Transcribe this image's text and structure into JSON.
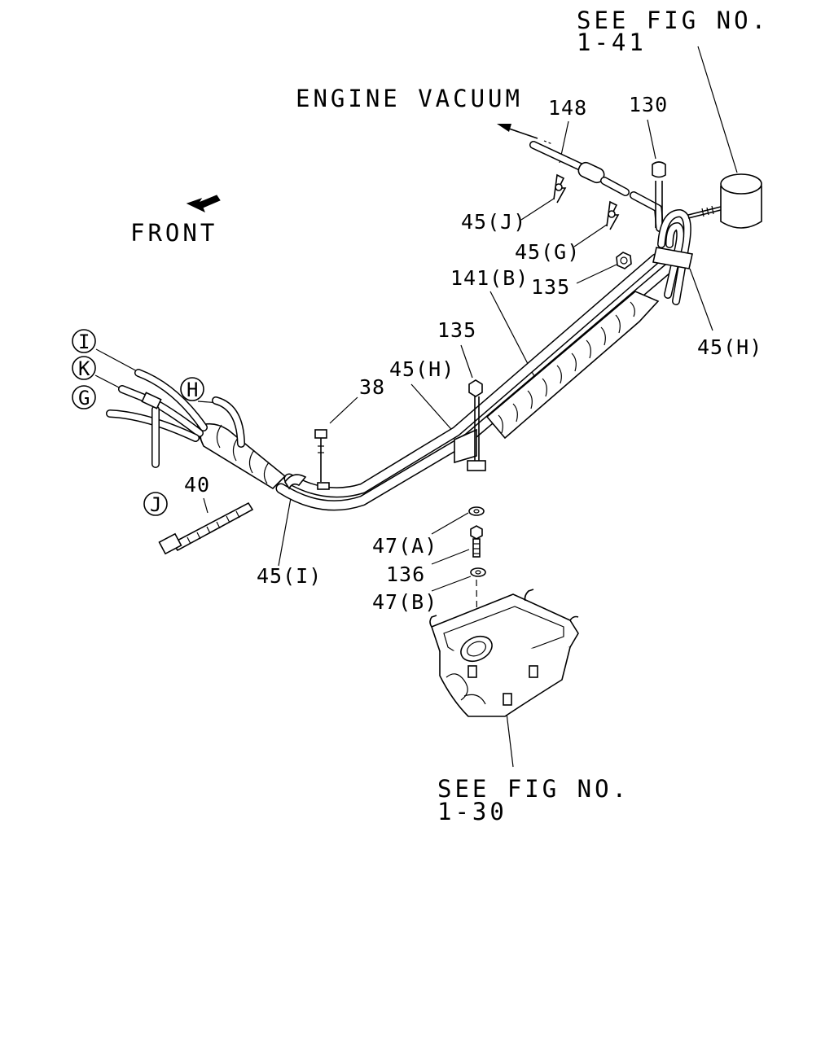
{
  "diagram": {
    "front_label": "FRONT",
    "engine_vacuum_label": "ENGINE VACUUM",
    "see_fig_top": {
      "line1": "SEE FIG NO.",
      "line2": "1-41"
    },
    "see_fig_bottom": {
      "line1": "SEE FIG NO.",
      "line2": "1-30"
    },
    "callouts": {
      "p148": "148",
      "p130": "130",
      "p45j": "45(J)",
      "p45g": "45(G)",
      "p141b": "141(B)",
      "p135_top": "135",
      "p45h_right": "45(H)",
      "p135_mid": "135",
      "p45h_mid": "45(H)",
      "p38": "38",
      "p40": "40",
      "p45i": "45(I)",
      "p47a": "47(A)",
      "p136": "136",
      "p47b": "47(B)"
    },
    "circle_labels": {
      "i": "I",
      "k": "K",
      "g": "G",
      "h": "H",
      "j": "J"
    }
  }
}
